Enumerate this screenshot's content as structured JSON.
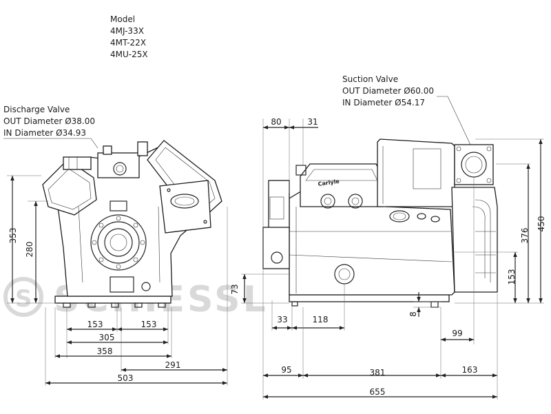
{
  "model": {
    "heading": "Model",
    "variants": [
      "4MJ-33X",
      "4MT-22X",
      "4MU-25X"
    ]
  },
  "discharge_valve": {
    "title": "Discharge Valve",
    "out": "OUT Diameter Ø38.00",
    "in": "IN Diameter Ø34.93"
  },
  "suction_valve": {
    "title": "Suction Valve",
    "out": "OUT Diameter Ø60.00",
    "in": "IN Diameter Ø54.17"
  },
  "watermark": "SCHIESSL",
  "dimensions_front": {
    "height_total": "353",
    "height_mid": "280",
    "foot_a": "153",
    "foot_b": "153",
    "base_305": "305",
    "base_358": "358",
    "offset_291": "291",
    "width_503": "503"
  },
  "dimensions_side": {
    "top_80": "80",
    "top_31": "31",
    "h_450": "450",
    "h_376": "376",
    "h_153": "153",
    "h_73": "73",
    "foot_8": "8",
    "base_33": "33",
    "base_118": "118",
    "off_99": "99",
    "len_95": "95",
    "len_381": "381",
    "len_163": "163",
    "len_655": "655"
  },
  "colors": {
    "line": "#1a1a1a",
    "watermark": "#d9d9d9"
  }
}
